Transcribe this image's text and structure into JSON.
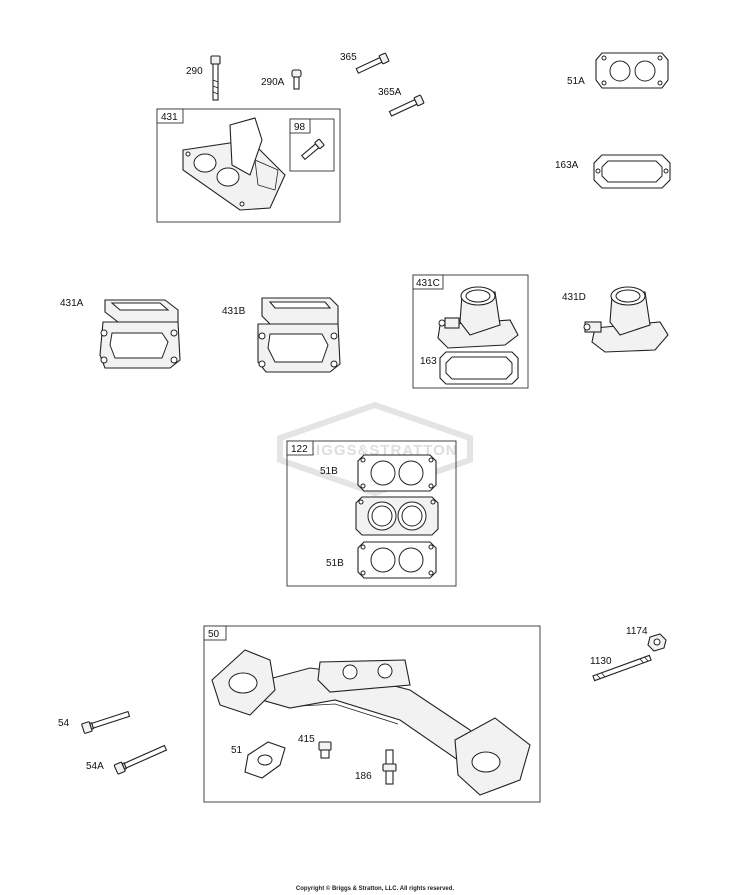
{
  "watermark": "BRIGGS&STRATTON",
  "copyright": "Copyright © Briggs & Stratton, LLC. All rights reserved.",
  "labels": {
    "p290": "290",
    "p290A": "290A",
    "p365": "365",
    "p365A": "365A",
    "p51A": "51A",
    "p431": "431",
    "p98": "98",
    "p163A": "163A",
    "p431A": "431A",
    "p431B": "431B",
    "p431C": "431C",
    "p163": "163",
    "p431D": "431D",
    "p122": "122",
    "p51B_top": "51B",
    "p51B_bottom": "51B",
    "p50": "50",
    "p1174": "1174",
    "p1130": "1130",
    "p54": "54",
    "p54A": "54A",
    "p51": "51",
    "p415": "415",
    "p186": "186"
  }
}
